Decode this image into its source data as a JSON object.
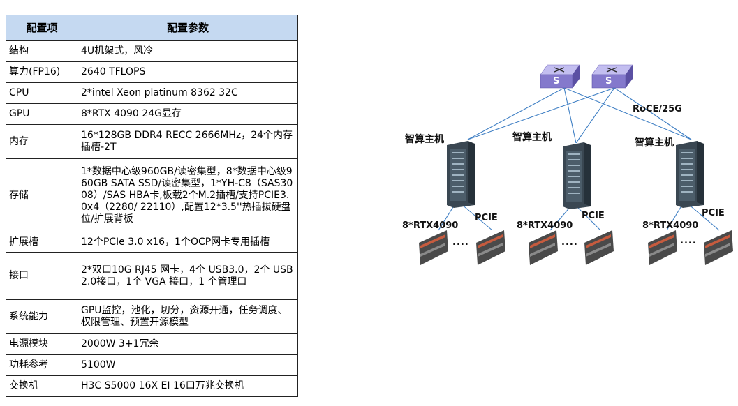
{
  "table": {
    "headers": [
      "配置项",
      "配置参数"
    ],
    "rows": [
      {
        "item": "结构",
        "value": "4U机架式，风冷"
      },
      {
        "item": "算力(FP16)",
        "value": "2640 TFLOPS"
      },
      {
        "item": "CPU",
        "value": "2*intel Xeon platinum 8362 32C"
      },
      {
        "item": "GPU",
        "value": "8*RTX 4090 24G显存"
      },
      {
        "item": "内存",
        "value": "16*128GB DDR4 RECC 2666MHz，24个内存插槽-2T"
      },
      {
        "item": "存储",
        "value": "1*数据中心级960GB/读密集型，8*数据中心级960GB SATA SSD/读密集型，1*YH-C8（SAS3008）/SAS HBA卡,板载2个M.2插槽/支持PCIE3.0x4（2280/ 22110）,配置12*3.5''热插拔硬盘位/扩展背板"
      },
      {
        "item": "扩展槽",
        "value": "12个PCIe 3.0 x16，1个OCP网卡专用插槽"
      },
      {
        "item": "接口",
        "value": "2*双口10G RJ45 网卡，4个 USB3.0，2个 USB 2.0接口，1个 VGA 接口，1 个管理口"
      },
      {
        "item": "系统能力",
        "value": "GPU监控，池化，切分，资源开通，任务调度、权限管理、预置开源模型"
      },
      {
        "item": "电源模块",
        "value": "2000W 3+1冗余"
      },
      {
        "item": "功耗参考",
        "value": "5100W"
      },
      {
        "item": "交换机",
        "value": "H3C S5000 16X EI 16口万兆交换机"
      }
    ]
  },
  "diagram": {
    "switch_label": "S",
    "network_label": "RoCE/25G",
    "hosts": [
      {
        "name": "智算主机",
        "gpu_label": "8*RTX4090",
        "bus_label": "PCIE",
        "ellipsis": "...."
      },
      {
        "name": "智算主机",
        "gpu_label": "8*RTX4090",
        "bus_label": "PCIE",
        "ellipsis": "...."
      },
      {
        "name": "智算主机",
        "gpu_label": "8*RTX4090",
        "bus_label": "PCIE",
        "ellipsis": "...."
      }
    ],
    "colors": {
      "switch_top": "#a59fd9",
      "switch_side": "#6a5fb3",
      "link": "#3f7fc4",
      "server_dark": "#2f3b45",
      "server_light": "#5e6f7c",
      "gpu_body": "#4a4a4a",
      "gpu_accent": "#c65b3e"
    }
  }
}
